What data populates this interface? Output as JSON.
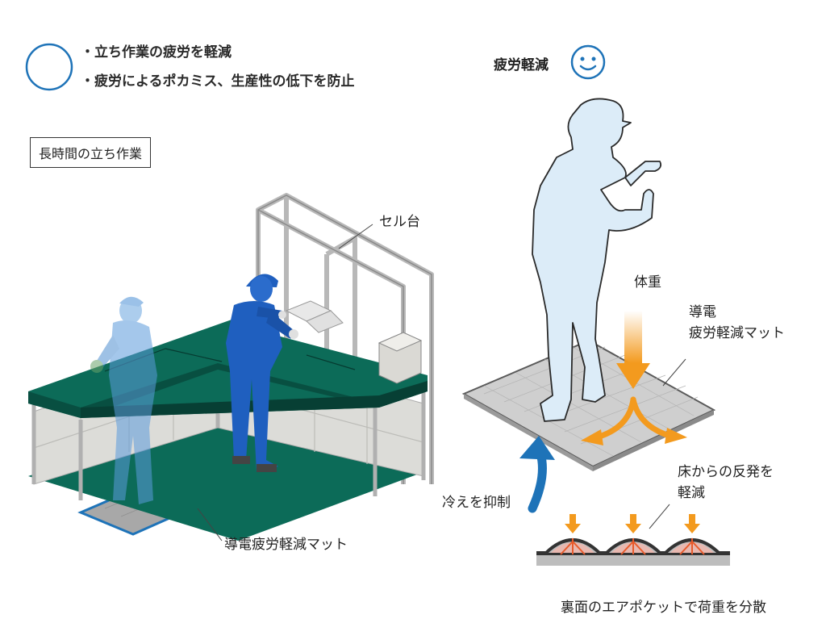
{
  "legend": {
    "bullets": [
      "・立ち作業の疲労を軽減",
      "・疲労によるポカミス、生産性の低下を防止"
    ]
  },
  "left": {
    "scene_label": "長時間の立ち作業",
    "cell_label": "セル台",
    "mat_label": "導電疲労軽減マット"
  },
  "right": {
    "fatigue_label": "疲労軽減",
    "weight_label": "体重",
    "mat_label_1": "導電",
    "mat_label_2": "疲労軽減マット",
    "cold_label": "冷えを抑制",
    "rebound_1": "床からの反発を",
    "rebound_2": "軽減",
    "caption": "裏面のエアポケットで荷重を分散"
  },
  "colors": {
    "accent_blue": "#1e73b8",
    "bench_green": "#0c6b58",
    "arrow_orange": "#f39a1e",
    "figure_fill": "#dcecf8",
    "worker_blue": "#1f5fbf"
  }
}
